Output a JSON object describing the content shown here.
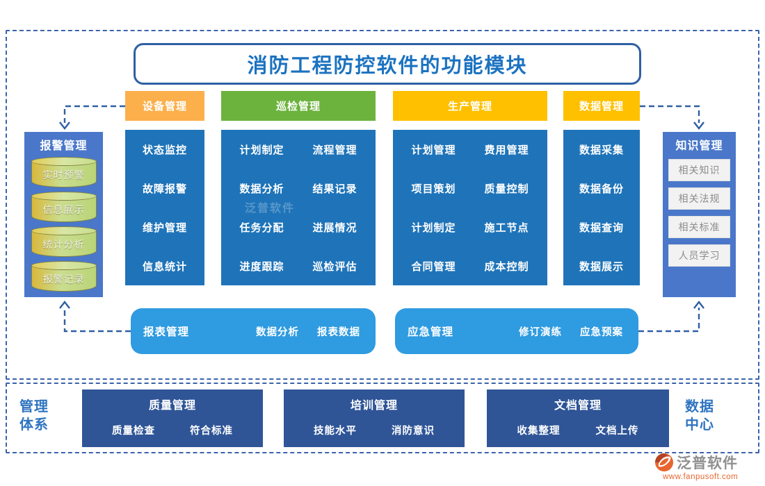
{
  "page": {
    "title": "消防工程防控软件的功能模块"
  },
  "headers": [
    {
      "label": "设备管理",
      "color": "#fbb04c"
    },
    {
      "label": "巡检管理",
      "color": "#6cb33e"
    },
    {
      "label": "生产管理",
      "color": "#ffc000"
    },
    {
      "label": "数据管理",
      "color": "#ffc000"
    }
  ],
  "columns": [
    {
      "items": [
        "状态监控",
        "故障报警",
        "维护管理",
        "信息统计"
      ]
    },
    {
      "items": [
        "计划制定",
        "流程管理",
        "数据分析",
        "结果记录",
        "任务分配",
        "进展情况",
        "进度跟踪",
        "巡检评估"
      ]
    },
    {
      "items": [
        "计划管理",
        "费用管理",
        "项目策划",
        "质量控制",
        "计划制定",
        "施工节点",
        "合同管理",
        "成本控制"
      ]
    },
    {
      "items": [
        "数据采集",
        "数据备份",
        "数据查询",
        "数据展示"
      ]
    }
  ],
  "alarm_panel": {
    "title": "报警管理",
    "items": [
      "实时预警",
      "信息展示",
      "统计分析",
      "报警记录"
    ]
  },
  "knowledge_panel": {
    "title": "知识管理",
    "items": [
      "相关知识",
      "相关法规",
      "相关标准",
      "人员学习"
    ]
  },
  "report_box": {
    "title": "报表管理",
    "items": [
      "数据分析",
      "报表数据"
    ]
  },
  "emergency_box": {
    "title": "应急管理",
    "items": [
      "修订演练",
      "应急预案"
    ]
  },
  "bottom": {
    "left_label": {
      "line1": "管理",
      "line2": "体系"
    },
    "right_label": {
      "line1": "数据",
      "line2": "中心"
    },
    "boxes": [
      {
        "title": "质量管理",
        "items": [
          "质量检查",
          "符合标准"
        ]
      },
      {
        "title": "培训管理",
        "items": [
          "技能水平",
          "消防意识"
        ]
      },
      {
        "title": "文档管理",
        "items": [
          "收集整理",
          "文档上传"
        ]
      }
    ]
  },
  "watermark": {
    "text": "泛普软件"
  },
  "logo": {
    "name": "泛普软件",
    "url": "www.fanpusoft.com"
  },
  "colors": {
    "title_text": "#1b72c0",
    "title_border": "#2e5fa3",
    "frame_dash": "#3a63ac",
    "column_bg": "#1f74b9",
    "side_panel_bg": "#4a77c9",
    "mid_row_bg": "#2f9be0",
    "bottom_box_bg": "#2f5597",
    "side_label_text": "#2f74c0",
    "connector": "#2e5fa3",
    "cylinder_yellow": "#d9b83c",
    "cylinder_green": "#b9d478",
    "knowledge_item_bg": "#f2f2f2",
    "logo_text": "#8f8f8f",
    "logo_url": "#e8652f"
  }
}
